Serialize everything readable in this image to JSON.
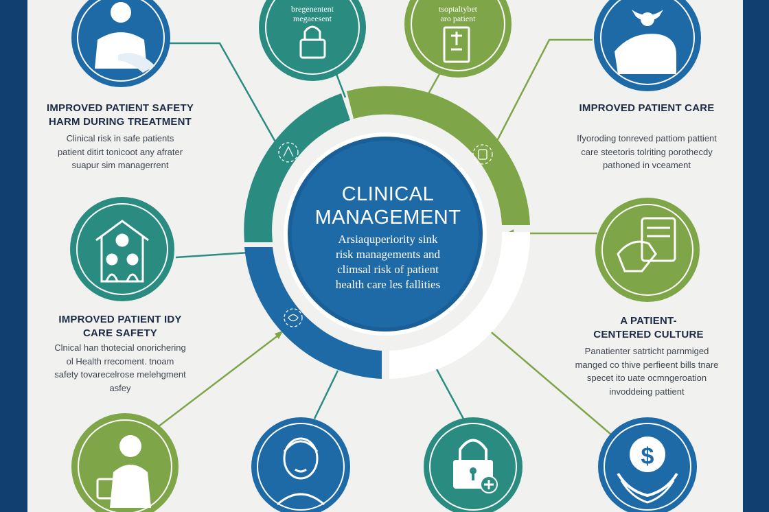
{
  "colors": {
    "navy": "#113f6f",
    "blue": "#1e6aa7",
    "teal": "#2a8c80",
    "green": "#7ea648",
    "panel": "#f1f1ef"
  },
  "center": {
    "title_line1": "CLINICAL",
    "title_line2": "MANAGEMENT",
    "subtitle": [
      "Arsiaquperiority sink",
      "risk managements and",
      "climsal risk of patient",
      "health care les fallities"
    ]
  },
  "nodes": [
    {
      "id": "top-left",
      "icon": "doctor-icon",
      "label": ""
    },
    {
      "id": "top-center-left",
      "icon": "padlock-icon",
      "label": "bregenentent\nmegaeesent"
    },
    {
      "id": "top-center-right",
      "icon": "document-icon",
      "label": "tsoptaltybet\naro patient"
    },
    {
      "id": "top-right",
      "icon": "caring-hands-icon",
      "label": ""
    },
    {
      "id": "mid-left",
      "icon": "family-house-icon",
      "label": ""
    },
    {
      "id": "mid-right",
      "icon": "hand-card-icon",
      "label": ""
    },
    {
      "id": "bottom-left",
      "icon": "caregiver-icon",
      "label": ""
    },
    {
      "id": "bottom-center-left",
      "icon": "person-face-icon",
      "label": ""
    },
    {
      "id": "bottom-center-right",
      "icon": "lock-plus-icon",
      "label": ""
    },
    {
      "id": "bottom-right",
      "icon": "dollar-hands-icon",
      "label": ""
    }
  ],
  "text_blocks": {
    "top_left": {
      "heading": [
        "IMPROVED PATIENT SAFETY",
        "HARM DURING TREATMENT"
      ],
      "body": [
        "Clinical risk in safe patients",
        "patient ditirt tonicoot any afrater",
        "suapur sim managerrent"
      ]
    },
    "top_right": {
      "heading": [
        "IMPROVED PATIENT CARE"
      ],
      "body": [
        "Ifyoroding tonreved pattiom pattient",
        "care steetoris tolriting porothecdy",
        "pathoned in vceament"
      ]
    },
    "mid_left": {
      "heading": [
        "IMPROVED PATIENT IDY",
        "CARE SAFETY"
      ],
      "body": [
        "Clnical han thotecial onorichering",
        "ol Health rrecoment. tnoam",
        "safety tovarecelrose melehgment",
        "asfey"
      ]
    },
    "mid_right": {
      "heading": [
        "A  PATIENT-",
        "CENTERED CULTURE"
      ],
      "body": [
        "Panatienter satrticht parnmiged",
        "manged co thive perfieent bills tnare",
        "specet ito uate ocmngeroation",
        "invoddeing pattient"
      ]
    }
  }
}
